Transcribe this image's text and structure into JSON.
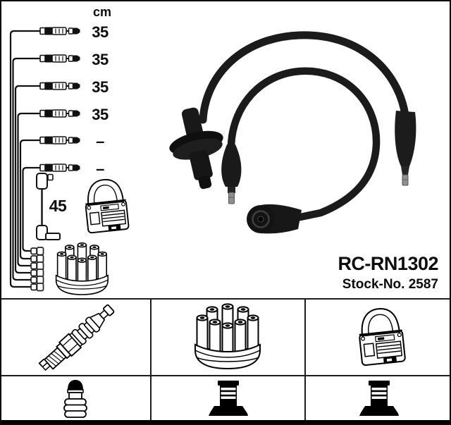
{
  "product": {
    "part_number": "RC-RN1302",
    "stock_no": "Stock-No. 2587"
  },
  "measure": {
    "unit": "cm",
    "rows": [
      {
        "length": "35"
      },
      {
        "length": "35"
      },
      {
        "length": "35"
      },
      {
        "length": "35"
      },
      {
        "length": "–"
      },
      {
        "length": "–"
      }
    ],
    "coil_wire_length": "45"
  },
  "diagram": {
    "wire_count": 6,
    "distributor_connector_count": 6,
    "parts": [
      "ignition-coil",
      "distributor-cap",
      "coil-wire",
      "plug-wires"
    ]
  },
  "photo": {
    "description_icons": [
      "spark-plug-cable-straight-boot",
      "spark-plug-cable-elbow-boot",
      "distributor-boot"
    ]
  },
  "legend": {
    "cells": [
      {
        "icon": "spark-plug"
      },
      {
        "icon": "distributor-cap"
      },
      {
        "icon": "ignition-coil"
      },
      {
        "icon": "terminal-nut"
      },
      {
        "icon": "distributor-terminal"
      },
      {
        "icon": "distributor-terminal"
      }
    ]
  },
  "colors": {
    "ink": "#0d0d0d",
    "background": "#ffffff",
    "cable": "#1b1b1b",
    "metal_tip": "#8f8f8f",
    "grid_line": "#1c1c1c"
  }
}
